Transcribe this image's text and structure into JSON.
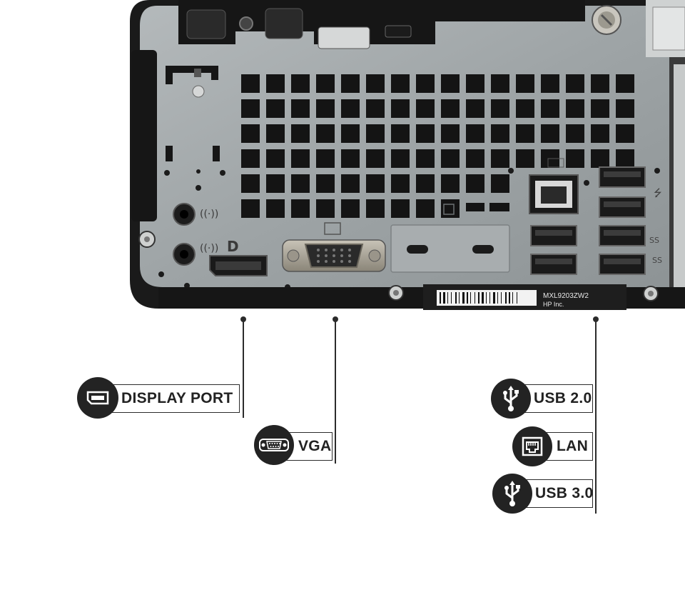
{
  "chassis": {
    "serial_text": "MXL9203ZW2",
    "maker_text": "HP Inc."
  },
  "callouts": {
    "display_port": {
      "label": "DISPLAY PORT",
      "icon": "displayport-icon"
    },
    "vga": {
      "label": "VGA",
      "icon": "vga-connector-icon"
    },
    "usb2": {
      "label": "USB 2.0",
      "icon": "usb-icon"
    },
    "lan": {
      "label": "LAN",
      "icon": "ethernet-port-icon"
    },
    "usb3": {
      "label": "USB 3.0",
      "icon": "usb-icon"
    }
  },
  "colors": {
    "chassis_metal": "#9ea4a6",
    "frame_black": "#1a1a1a",
    "icon_circle": "#232323"
  }
}
